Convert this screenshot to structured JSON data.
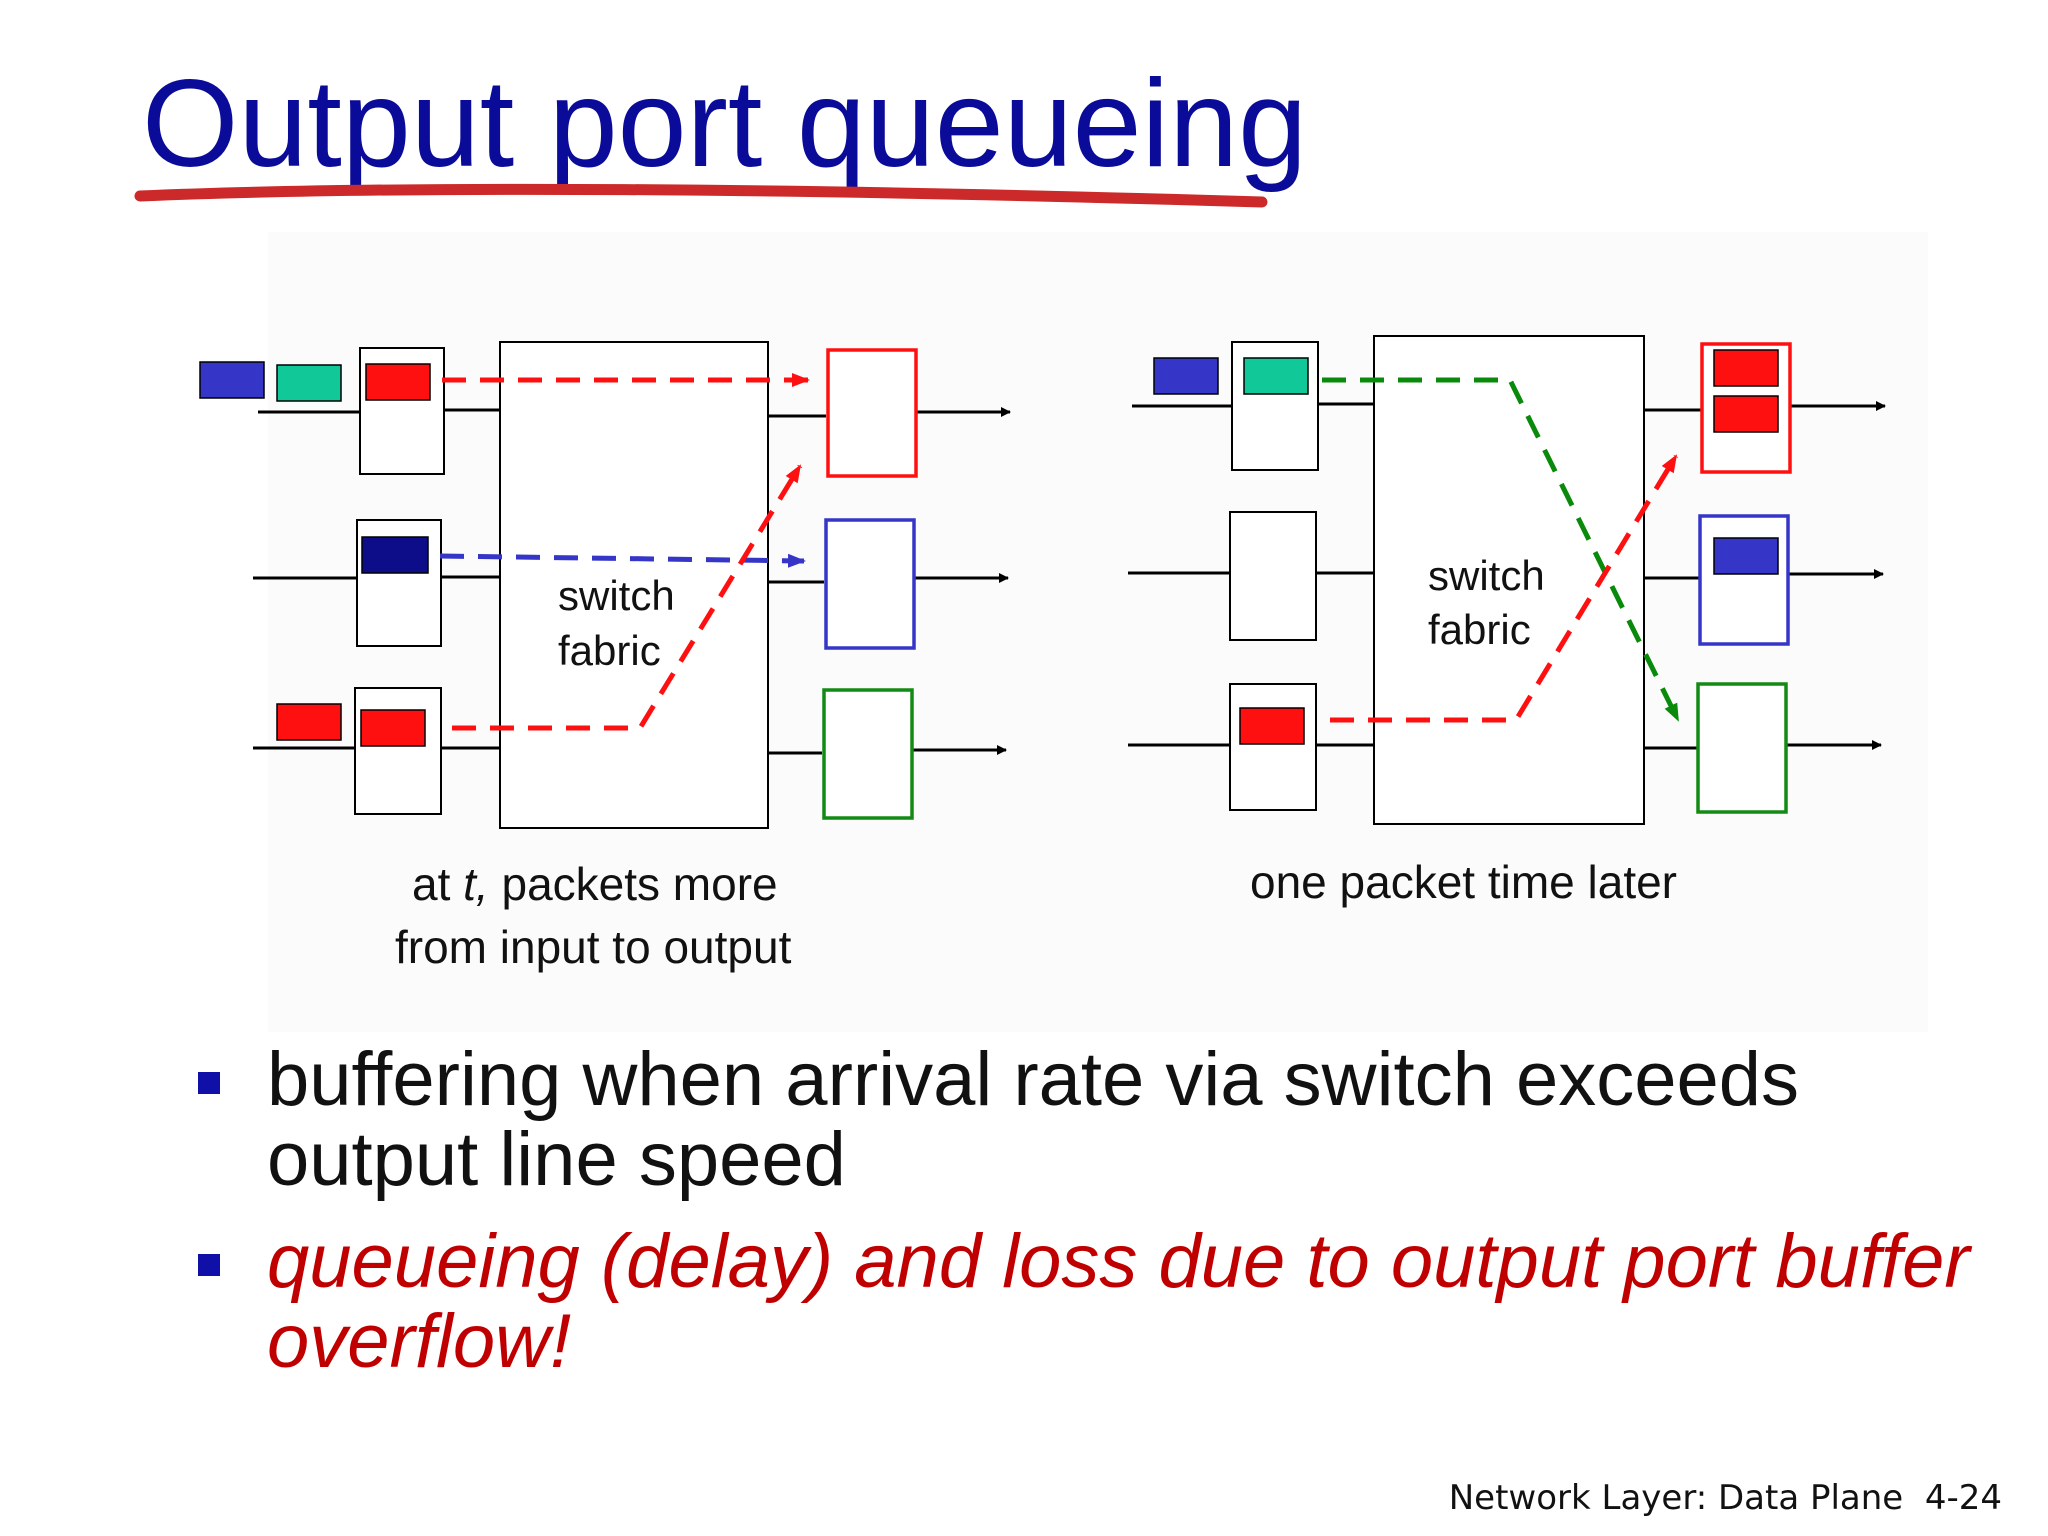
{
  "slide": {
    "title": "Output port queueing",
    "footer": "Network Layer: Data Plane  4-24",
    "accent_color": "#0b0b9a",
    "underline_color": "#cc2a2a"
  },
  "diagram": {
    "left": {
      "fabric_label_line1": "switch",
      "fabric_label_line2": "fabric",
      "caption_prefix": "at ",
      "caption_t": "t,",
      "caption_rest": " packets more",
      "caption_line2": "from input to output"
    },
    "right": {
      "fabric_label_line1": "switch",
      "fabric_label_line2": "fabric",
      "caption": "one packet time later"
    },
    "colors": {
      "red": "#ff1010",
      "blue": "#3535c8",
      "navy": "#0d0d8a",
      "teal": "#10c898",
      "green_arrow": "#0a8a0a",
      "green_port": "#138a13"
    }
  },
  "bullets": [
    {
      "text": "buffering when arrival rate via switch exceeds output line speed",
      "style": "normal"
    },
    {
      "text": "queueing (delay) and loss due to output port buffer overflow!",
      "style": "italic-red"
    }
  ]
}
